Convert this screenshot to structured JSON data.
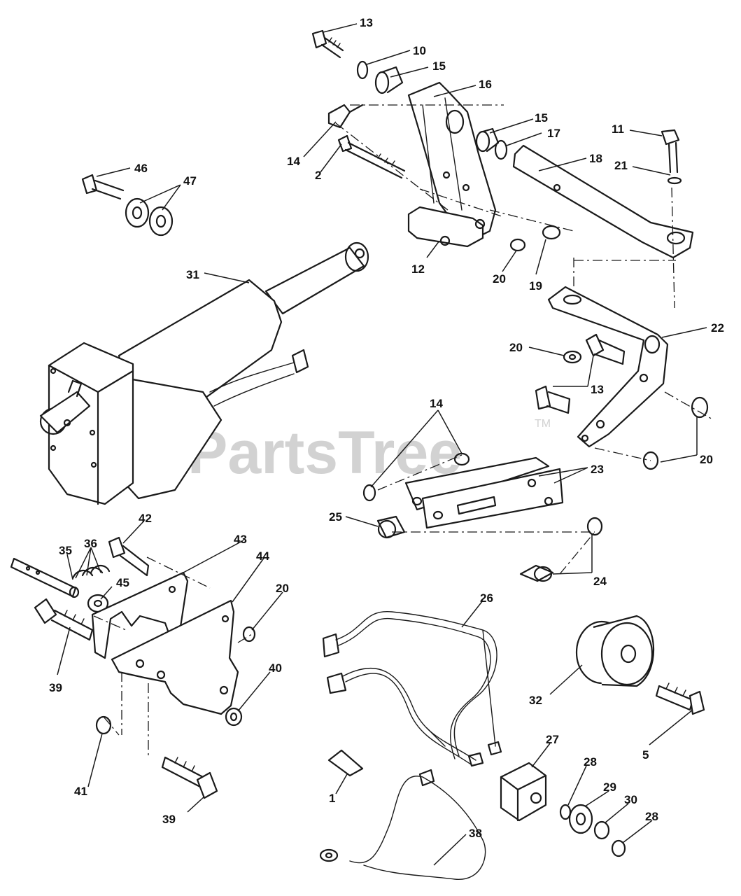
{
  "watermark": {
    "text": "PartsTree",
    "trademark": "TM"
  },
  "callouts": [
    "13",
    "10",
    "15",
    "16",
    "15",
    "17",
    "11",
    "21",
    "18",
    "14",
    "2",
    "46",
    "47",
    "12",
    "20",
    "19",
    "31",
    "22",
    "20",
    "13",
    "14",
    "23",
    "20",
    "25",
    "24",
    "42",
    "43",
    "44",
    "35",
    "36",
    "45",
    "20",
    "39",
    "40",
    "26",
    "32",
    "5",
    "27",
    "28",
    "29",
    "30",
    "28",
    "1",
    "41",
    "39",
    "38"
  ]
}
